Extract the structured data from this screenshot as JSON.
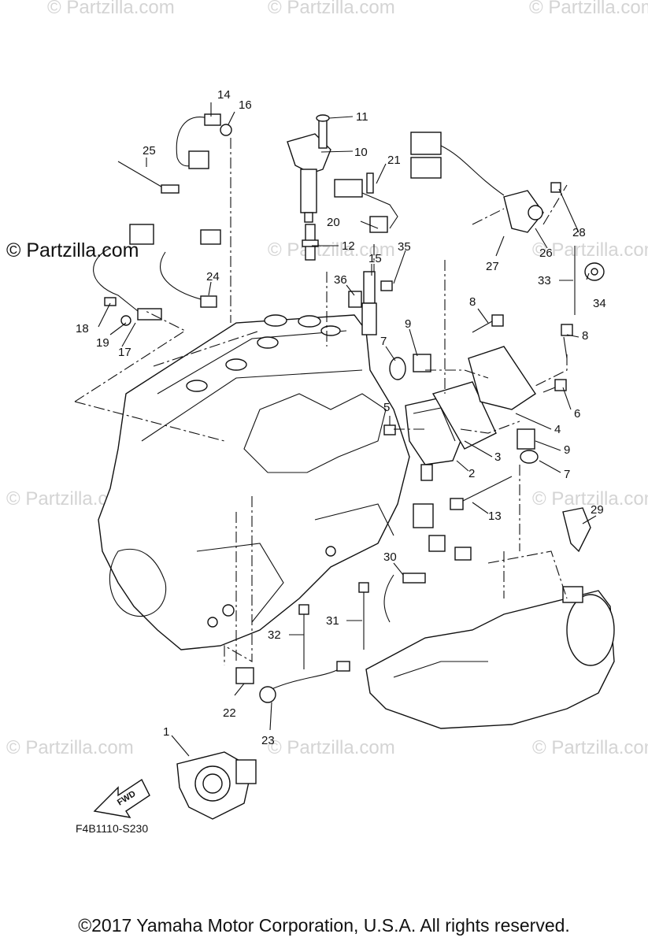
{
  "watermarks": {
    "text": "© Partzilla.com",
    "dark_text": "© Partzilla.com"
  },
  "callouts": [
    "1",
    "2",
    "3",
    "4",
    "5",
    "6",
    "7",
    "7",
    "8",
    "8",
    "9",
    "9",
    "10",
    "11",
    "12",
    "13",
    "14",
    "15",
    "16",
    "17",
    "18",
    "19",
    "20",
    "21",
    "22",
    "23",
    "24",
    "25",
    "26",
    "27",
    "28",
    "29",
    "30",
    "31",
    "32",
    "33",
    "34",
    "35",
    "36"
  ],
  "fwd_label": "FWD",
  "diagram_code": "F4B1110-S230",
  "copyright": "©2017  Yamaha Motor Corporation, U.S.A. All rights reserved."
}
